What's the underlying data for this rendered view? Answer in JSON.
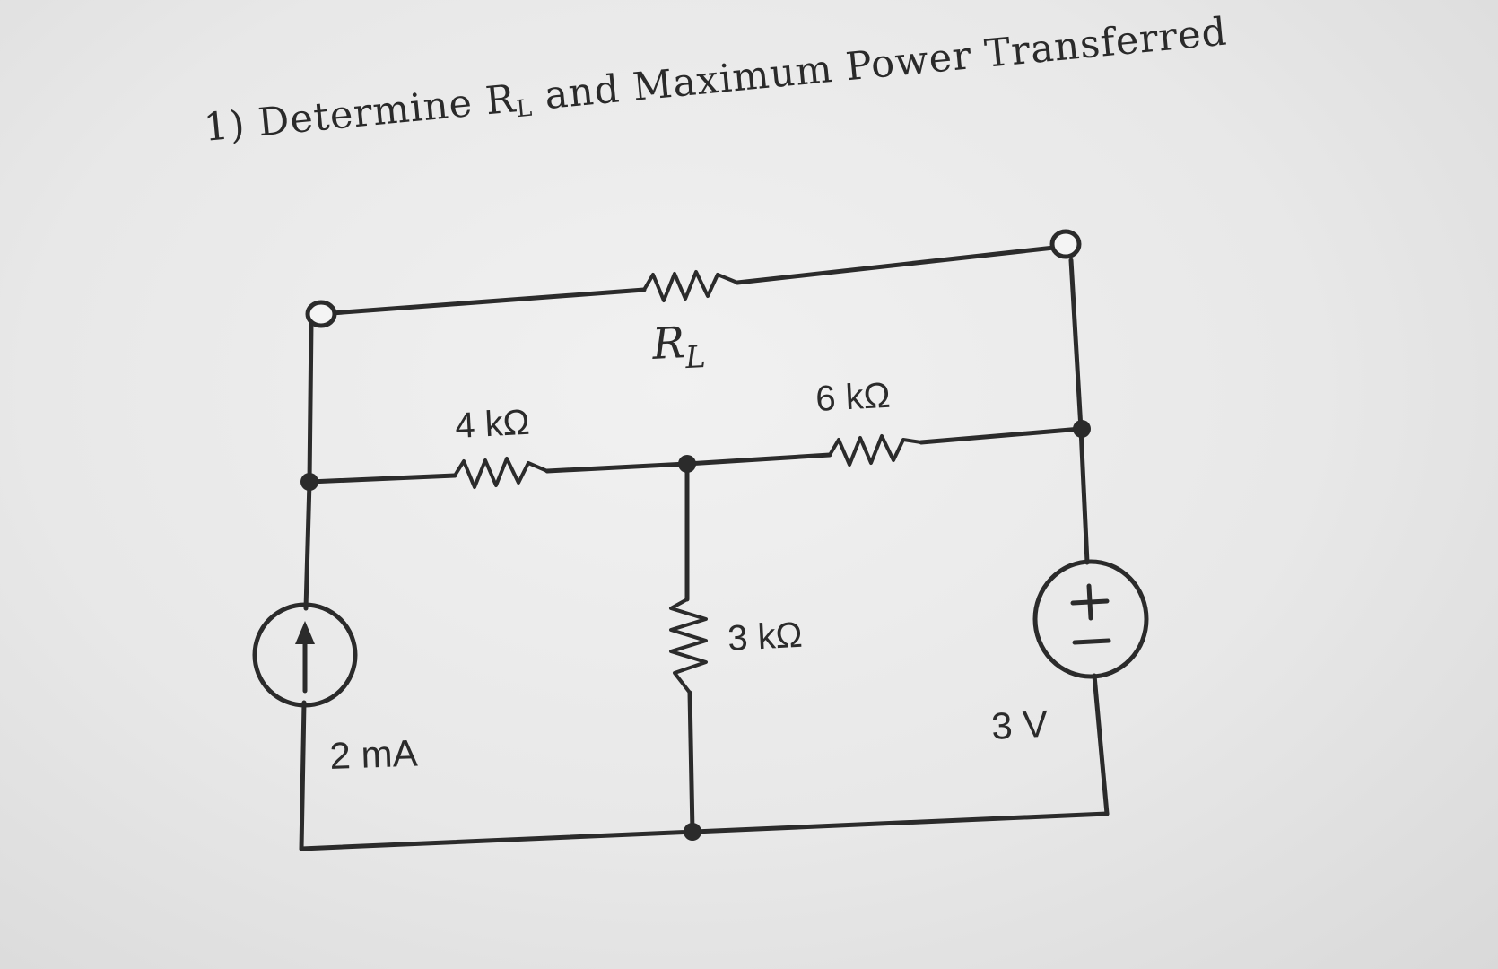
{
  "problem": {
    "title_prefix": "1) Determine R",
    "title_subscript": "L",
    "title_suffix": " and Maximum Power Transferred"
  },
  "circuit": {
    "load_resistor": {
      "symbol": "R",
      "subscript": "L"
    },
    "resistors": [
      {
        "id": "r1",
        "label": "4 kΩ"
      },
      {
        "id": "r2",
        "label": "6 kΩ"
      },
      {
        "id": "r3",
        "label": "3 kΩ"
      }
    ],
    "current_source": {
      "label": "2 mA"
    },
    "voltage_source": {
      "label": "3 V",
      "plus": "+",
      "minus": "−"
    }
  }
}
